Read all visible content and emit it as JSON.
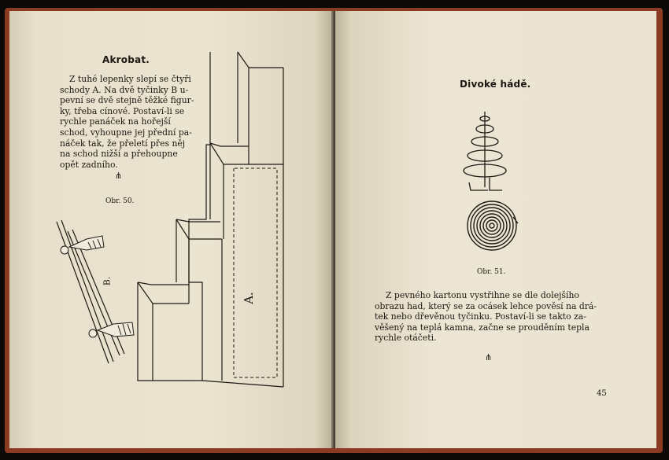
{
  "left_page": {
    "title": "Akrobat.",
    "paragraph_lines": [
      "Z tuhé lepenky slepí se čtyři",
      "schody A. Na dvě tyčinky B u-",
      "pevní se dvě stejně těžké figur-",
      "ky, třeba cínové. Postaví-li se",
      "rychle panáček na hořejší",
      "schod, vyhoupne jej přední pa-",
      "náček tak, že přeletí přes něj",
      "na schod nižší a přehoupne",
      "opět zadního."
    ],
    "ornament": "⋔",
    "figure_caption": "Obr. 50.",
    "figure_labels": {
      "stairs": "A.",
      "sticks": "B."
    }
  },
  "right_page": {
    "title": "Divoké hádě.",
    "figure_caption": "Obr. 51.",
    "paragraph_lines": [
      "Z pevného kartonu vystřihne se dle dolejšího",
      "obrazu had, který se za ocásek lehce pověsí na drá-",
      "tek nebo dřevěnou tyčinku. Postaví-li se takto za-",
      "věšený na teplá kamna, začne se prouděním tepla",
      "rychle otáčeti."
    ],
    "ornament": "⋔",
    "page_number": "45"
  }
}
